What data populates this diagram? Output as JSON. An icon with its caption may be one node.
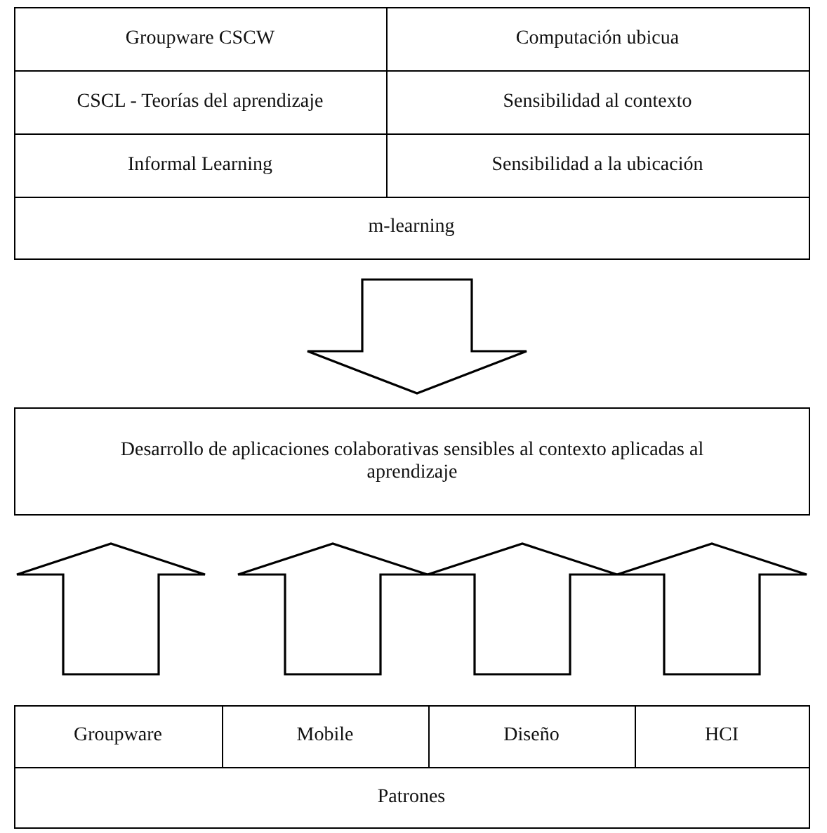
{
  "diagram": {
    "nodes": [
      {
        "text": [],
        "shape": "box"
      },
      {
        "text": [
          "Groupware CSCW"
        ],
        "in": 0
      },
      {
        "text": [
          "Computación ubicua"
        ],
        "in": 0
      },
      {
        "text": [
          "CSCL - Teorías del aprendizaje"
        ],
        "in": 0
      },
      {
        "text": [
          "Sensibilidad al contexto"
        ],
        "in": 0
      },
      {
        "text": [
          "Informal Learning"
        ],
        "in": 0
      },
      {
        "text": [
          "Sensibilidad a la ubicación"
        ],
        "in": 0
      },
      {
        "text": [
          "m-learning"
        ],
        "in": 0
      },
      {
        "text": [
          "Desarrollo de aplicaciones colaborativas sensibles al contexto aplicadas al aprendizaje"
        ]
      },
      {
        "text": [],
        "shape": "box"
      },
      {
        "text": [
          "Groupware"
        ],
        "in": 9
      },
      {
        "text": [
          "Mobile"
        ],
        "in": 9
      },
      {
        "text": [
          "Diseño"
        ],
        "in": 9
      },
      {
        "text": [
          "HCI"
        ],
        "in": 9
      },
      {
        "text": [
          "Patrones"
        ],
        "in": 9
      }
    ],
    "edges": [
      {
        "from": 0,
        "to": 8,
        "arrow": "to"
      },
      {
        "from": 10,
        "to": 8,
        "arrow": "to"
      },
      {
        "from": 11,
        "to": 8,
        "arrow": "to"
      },
      {
        "from": 12,
        "to": 8,
        "arrow": "to"
      },
      {
        "from": 13,
        "to": 8,
        "arrow": "to"
      }
    ]
  }
}
